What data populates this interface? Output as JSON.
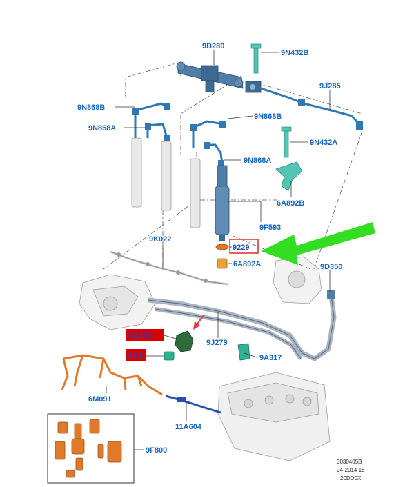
{
  "labels": {
    "9D280": "9D280",
    "9N432B": "9N432B",
    "9J285": "9J285",
    "9N868B_left": "9N868B",
    "9N868A_left": "9N868A",
    "9N868B_mid": "9N868B",
    "9N868A_mid": "9N868A",
    "9N432A": "9N432A",
    "6A892B": "6A892B",
    "9F593": "9F593",
    "9229": "9229",
    "6A892A": "6A892A",
    "9K022": "9K022",
    "9D350": "9D350",
    "9A335": "9A335",
    "9N1": "9N1",
    "9J279": "9J279",
    "9A317": "9A317",
    "6M091": "6M091",
    "11A604": "11A604",
    "9F800": "9F800"
  },
  "reference": {
    "line1": "3030405B",
    "line2": "04-2014 18",
    "line3": "20DD0X"
  },
  "colors": {
    "label": "#1565c0",
    "highlight_box": "#e53935",
    "red_tag": "#d50000",
    "arrow": "#33dd22",
    "blue_part": "#2f78b4",
    "orange_part": "#e07a2a",
    "green_part": "#1f8f74"
  }
}
